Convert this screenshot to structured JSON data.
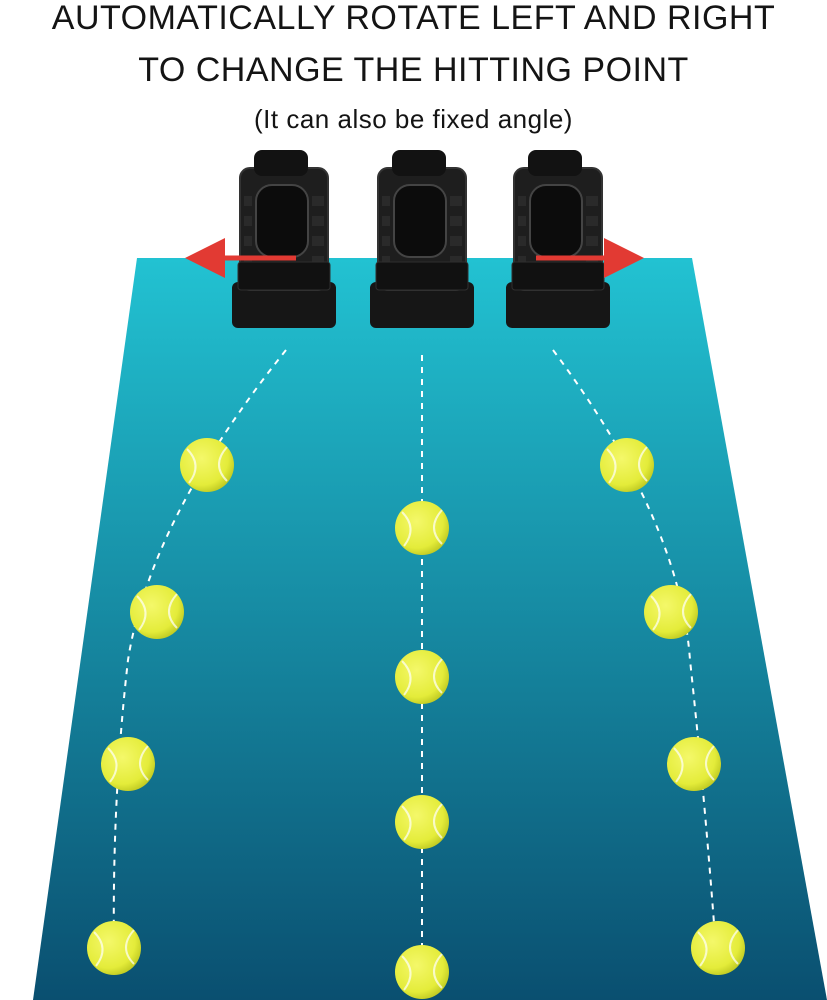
{
  "headline": {
    "line1": "AUTOMATICALLY ROTATE LEFT AND RIGHT",
    "line2": "TO CHANGE THE HITTING POINT",
    "note": "(It can also be fixed angle)"
  },
  "colors": {
    "court_top": "#22c2d2",
    "court_bottom": "#0a4f70",
    "arrow": "#e23a33",
    "ball": "#e4ec3a",
    "ball_shadow": "#b6c11c",
    "machine": "#161616",
    "trajectory": "#ffffff"
  },
  "machines": [
    {
      "position": "left",
      "arrow": "left"
    },
    {
      "position": "center",
      "arrow": "none"
    },
    {
      "position": "right",
      "arrow": "right"
    }
  ],
  "trajectories": [
    {
      "id": "left",
      "ball_count": 4
    },
    {
      "id": "center",
      "ball_count": 5
    },
    {
      "id": "right",
      "ball_count": 4
    }
  ],
  "icons": {
    "ball": "tennis-ball-icon",
    "machine": "ball-machine-icon",
    "arrow": "direction-arrow-icon"
  }
}
